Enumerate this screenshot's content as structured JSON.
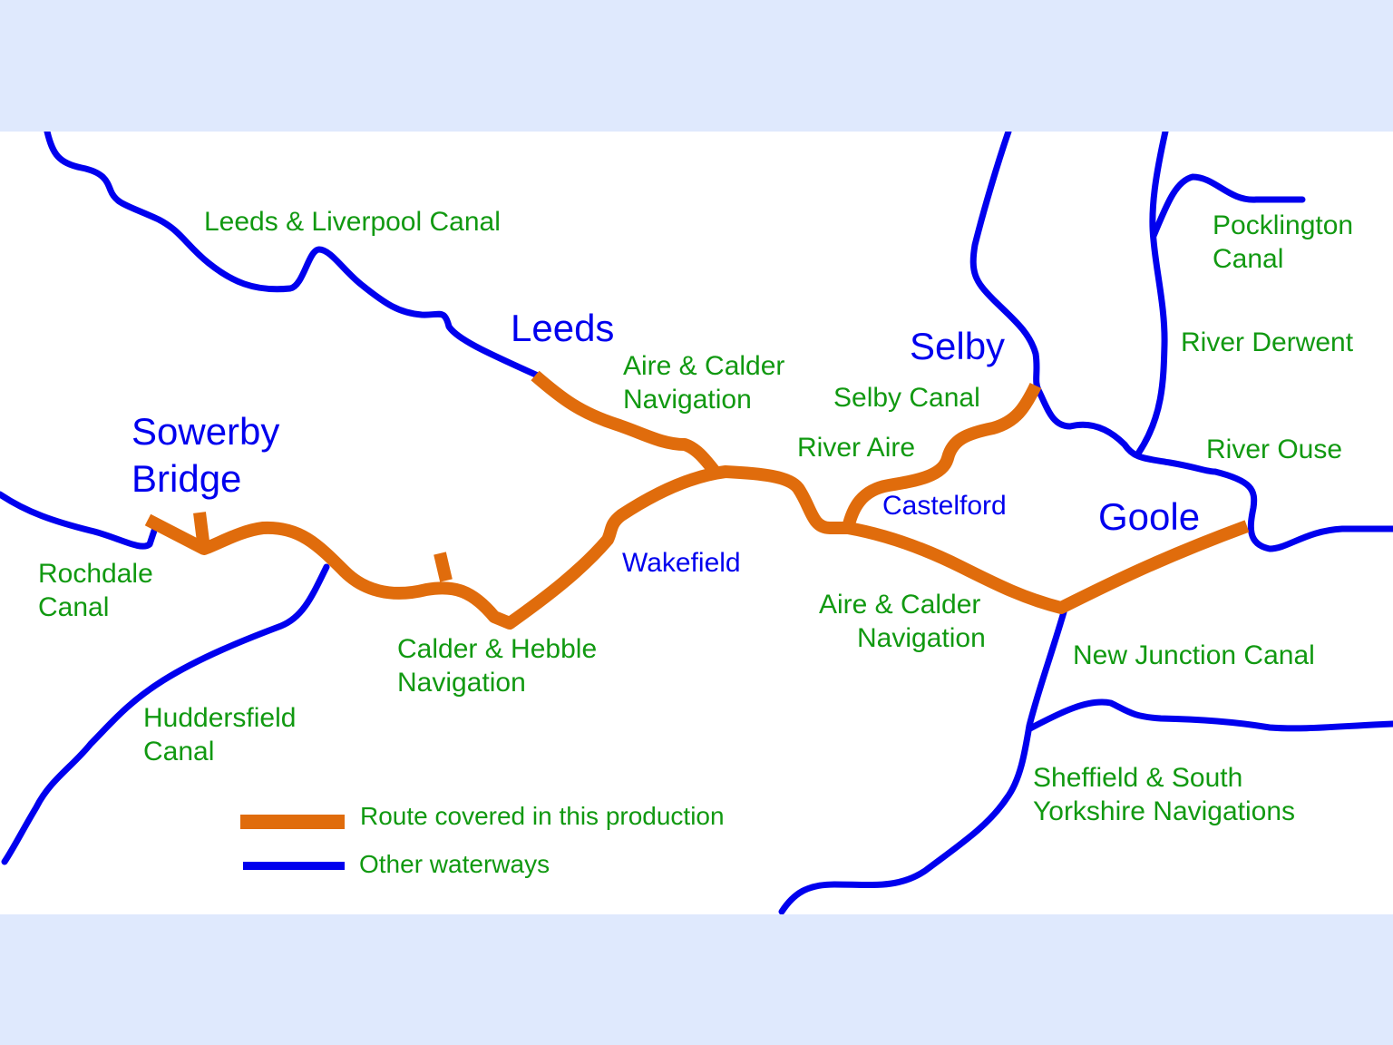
{
  "colors": {
    "route": "#e06c0c",
    "other": "#0000ee",
    "waterway_label": "#119911",
    "town_label": "#0000ee",
    "background": "#dfe9fd"
  },
  "towns": {
    "leeds": "Leeds",
    "sowerby_1": "Sowerby",
    "sowerby_2": "Bridge",
    "selby": "Selby",
    "goole": "Goole",
    "wakefield": "Wakefield",
    "castelford": "Castelford"
  },
  "waterways": {
    "leeds_liverpool": "Leeds & Liverpool Canal",
    "aire_calder_n_1": "Aire & Calder",
    "aire_calder_n_2": "Navigation",
    "selby_canal": "Selby Canal",
    "river_aire": "River Aire",
    "pocklington_1": "Pocklington",
    "pocklington_2": "Canal",
    "river_derwent": "River Derwent",
    "river_ouse": "River Ouse",
    "rochdale_1": "Rochdale",
    "rochdale_2": "Canal",
    "calder_hebble_1": "Calder & Hebble",
    "calder_hebble_2": "Navigation",
    "huddersfield_1": "Huddersfield",
    "huddersfield_2": "Canal",
    "aire_calder_s_1": "Aire & Calder",
    "aire_calder_s_2": "Navigation",
    "new_junction": "New Junction Canal",
    "sheffield_1": "Sheffield & South",
    "sheffield_2": "Yorkshire Navigations"
  },
  "legend": {
    "route": "Route covered in this production",
    "other": "Other waterways"
  }
}
